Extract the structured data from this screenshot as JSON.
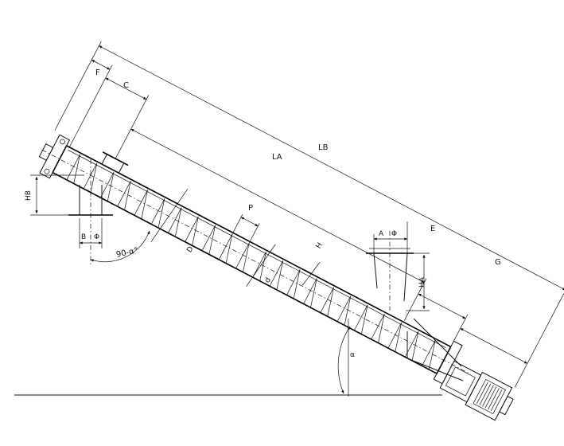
{
  "labels": {
    "F": "F",
    "C": "C",
    "LB": "LB",
    "LA": "LA",
    "HB": "HB",
    "B": "B",
    "phi_inlet": "Φ",
    "angle_complement": "90-α°",
    "D": "D",
    "P": "P",
    "H": "H",
    "d": "d",
    "A": "A",
    "phi_outlet": "Φ",
    "E": "E",
    "G": "G",
    "HA": "HA",
    "alpha": "α"
  },
  "colors": {
    "line": "#111111",
    "background": "#ffffff"
  }
}
